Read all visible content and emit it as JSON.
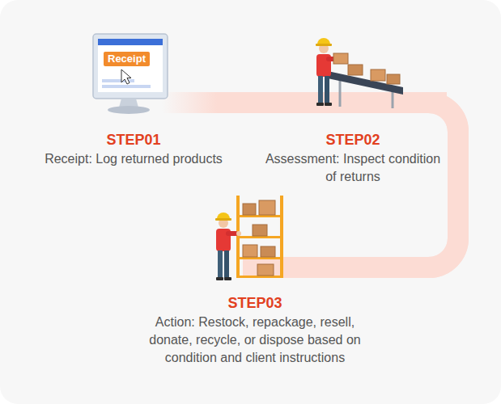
{
  "diagram": {
    "nodes": [
      {
        "text": [
          "STEP01",
          "Receipt: Log returned products"
        ]
      },
      {
        "text": [
          "STEP02",
          "Assessment: Inspect condition of returns"
        ]
      },
      {
        "text": [
          "STEP03",
          "Action: Restock, repackage, resell, donate, recycle, or dispose based on condition and client instructions"
        ]
      }
    ],
    "edges": [
      {
        "from": 0,
        "to": 1,
        "arrow": "none"
      },
      {
        "from": 1,
        "to": 2,
        "arrow": "none"
      }
    ],
    "labels": [
      "Receipt"
    ]
  }
}
